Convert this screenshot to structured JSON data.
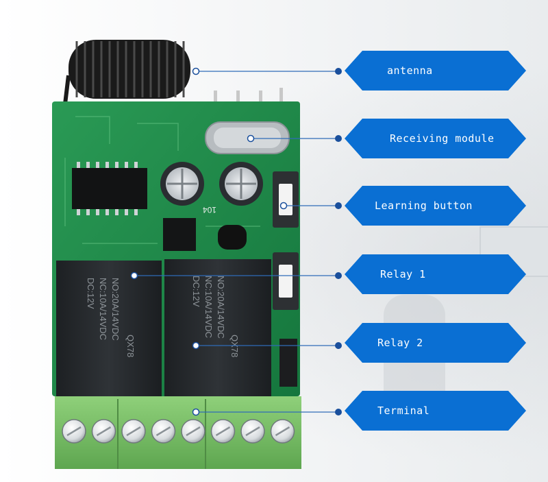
{
  "labels": {
    "antenna": "antenna",
    "receiving_module": "Receiving module",
    "learning_button": "Learning button",
    "relay1": "Relay 1",
    "relay2": "Relay 2",
    "terminal": "Terminal"
  },
  "pcb": {
    "capacitor_marking": "104",
    "relay_text": [
      "QX78",
      "NO:20A/14VDC",
      "NC:10A/14VDC",
      "DC:12V"
    ],
    "terminal_count": 8
  },
  "colors": {
    "banner": "#0a6fd3",
    "pcb": "#1c8a4a",
    "relay": "#26292d",
    "terminal_block": "#7cc26a"
  }
}
